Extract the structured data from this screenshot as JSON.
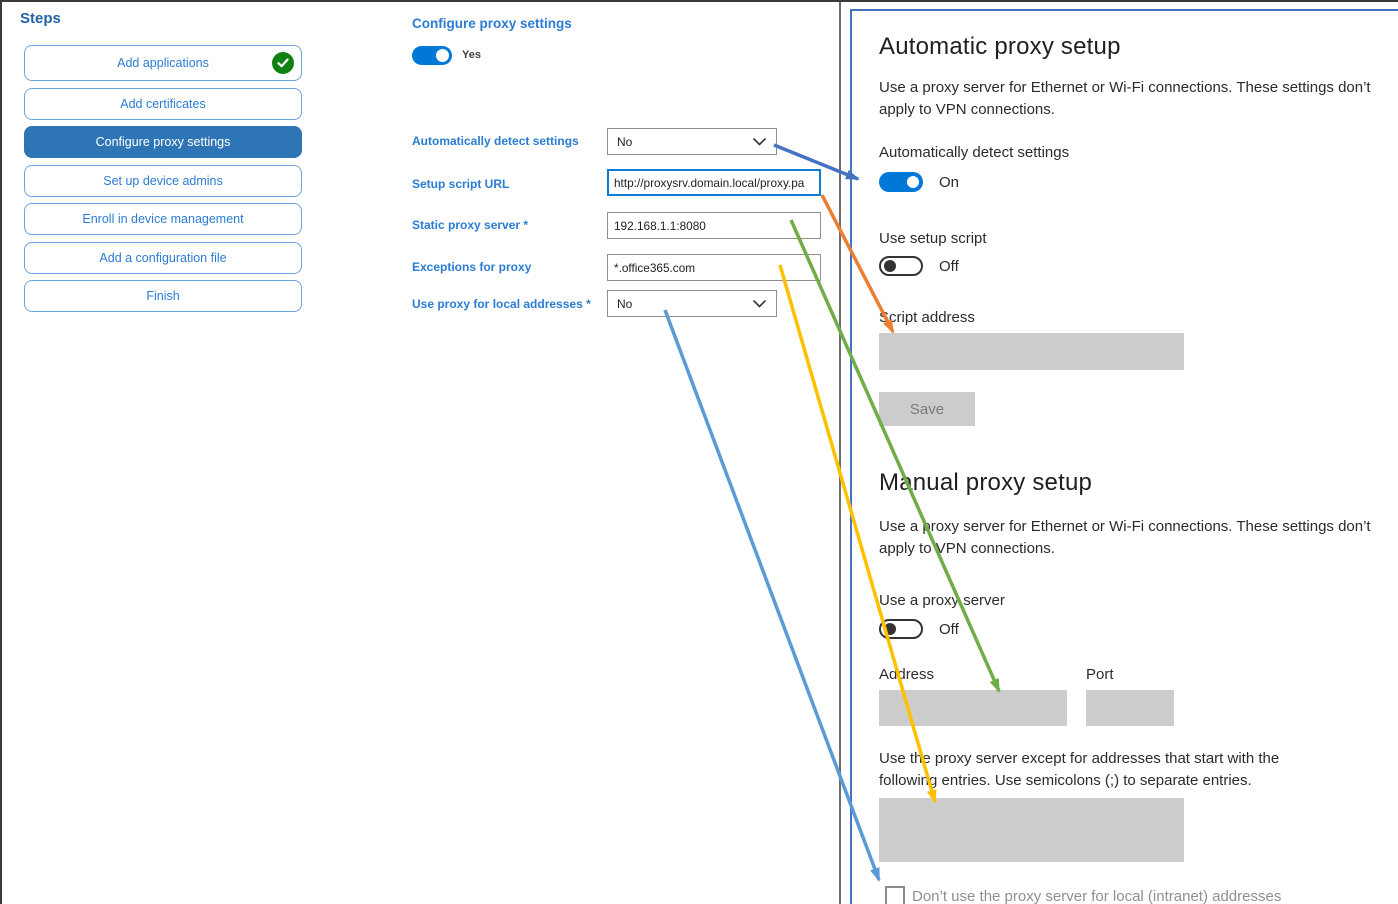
{
  "colors": {
    "accent_blue": "#2B7CD3",
    "active_step_bg": "#2E75B6",
    "toggle_on_blue": "#0078D7",
    "check_green": "#118211",
    "arrow_dark_blue": "#4472C4",
    "arrow_orange": "#ED7D31",
    "arrow_green": "#70AD47",
    "arrow_gold": "#FFC000",
    "arrow_light_blue": "#5B9BD5"
  },
  "steps": {
    "title": "Steps",
    "items": [
      {
        "label": "Add applications",
        "completed": true,
        "active": false
      },
      {
        "label": "Add certificates",
        "completed": false,
        "active": false
      },
      {
        "label": "Configure proxy settings",
        "completed": false,
        "active": true
      },
      {
        "label": "Set up device admins",
        "completed": false,
        "active": false
      },
      {
        "label": "Enroll in device management",
        "completed": false,
        "active": false
      },
      {
        "label": "Add a configuration file",
        "completed": false,
        "active": false
      },
      {
        "label": "Finish",
        "completed": false,
        "active": false
      }
    ]
  },
  "form": {
    "header": "Configure proxy settings",
    "toggle_value": "Yes",
    "rows": [
      {
        "label": "Automatically detect settings",
        "type": "select",
        "value": "No"
      },
      {
        "label": "Setup script URL",
        "type": "text",
        "value": "http://proxysrv.domain.local/proxy.pa",
        "focused": true
      },
      {
        "label": "Static proxy server *",
        "type": "text",
        "value": "192.168.1.1:8080"
      },
      {
        "label": "Exceptions for proxy",
        "type": "text",
        "value": "*.office365.com"
      },
      {
        "label": "Use proxy for local addresses *",
        "type": "select",
        "value": "No"
      }
    ]
  },
  "settings": {
    "automatic": {
      "title": "Automatic proxy setup",
      "description": "Use a proxy server for Ethernet or Wi-Fi connections. These settings don’t apply to VPN connections.",
      "detect_label": "Automatically detect settings",
      "detect_state": "On",
      "script_toggle_label": "Use setup script",
      "script_toggle_state": "Off",
      "script_address_label": "Script address",
      "save_label": "Save"
    },
    "manual": {
      "title": "Manual proxy setup",
      "description": "Use a proxy server for Ethernet or Wi-Fi connections. These settings don’t apply to VPN connections.",
      "proxy_toggle_label": "Use a proxy server",
      "proxy_toggle_state": "Off",
      "address_label": "Address",
      "port_label": "Port",
      "exceptions_description": "Use the proxy server except for addresses that start with the following entries. Use semicolons (;) to separate entries.",
      "local_checkbox_label": "Don’t use the proxy server for local (intranet) addresses"
    }
  }
}
